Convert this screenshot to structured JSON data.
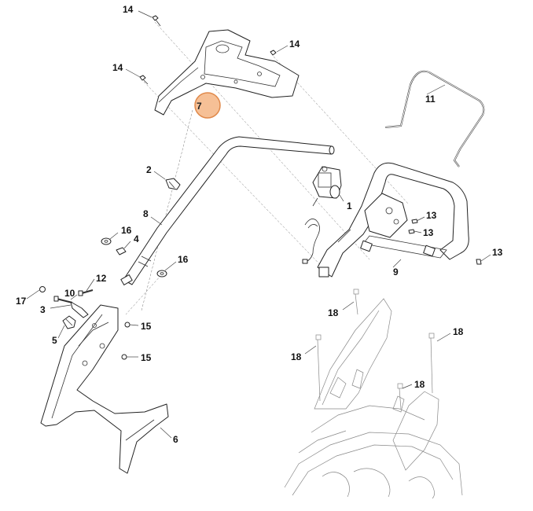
{
  "diagram": {
    "highlighted_callout": "7",
    "highlight_color": "#f6c096",
    "callouts": [
      "14",
      "14",
      "14",
      "7",
      "11",
      "2",
      "1",
      "8",
      "13",
      "13",
      "13",
      "16",
      "4",
      "16",
      "9",
      "12",
      "17",
      "10",
      "3",
      "5",
      "15",
      "15",
      "18",
      "18",
      "18",
      "18",
      "6"
    ]
  }
}
